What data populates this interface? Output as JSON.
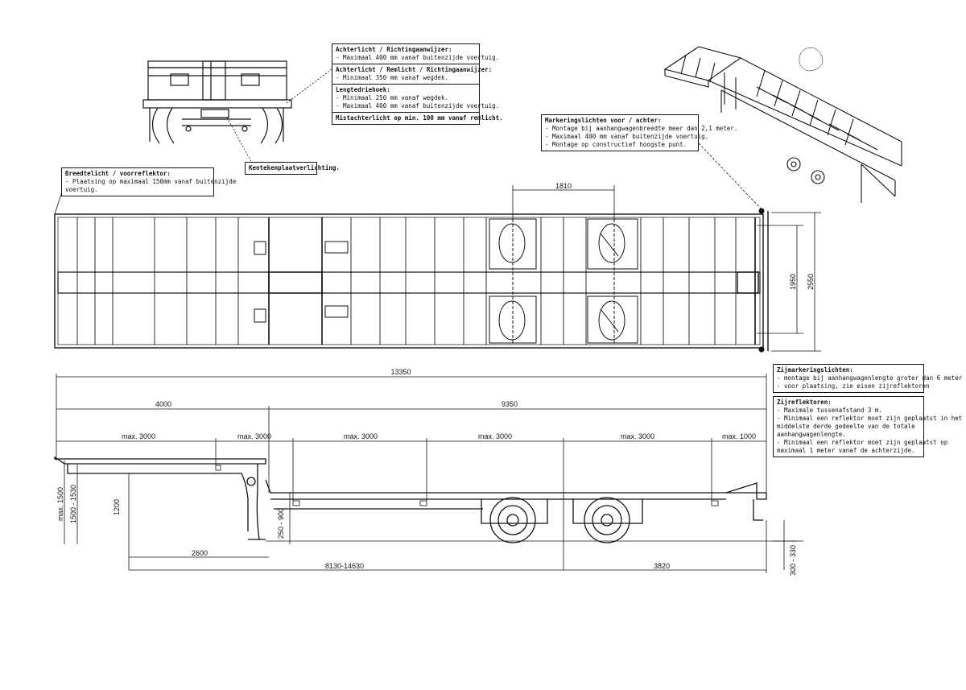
{
  "notes": {
    "rear_lights": {
      "title": "Achterlicht / Richtingaanwijzer:",
      "lines": [
        "- Maximaal 400 mm vanaf buitenzijde voertuig."
      ]
    },
    "brake_lights": {
      "title": "Achterlicht / Remlicht / Richtingaanwijzer:",
      "lines": [
        "- Minimaal 350 mm vanaf wegdek."
      ]
    },
    "triangle": {
      "title": "Lengtedriehoek:",
      "lines": [
        "- Minimaal 250 mm vanaf wegdek.",
        "- Maximaal 400 mm vanaf buitenzijde voertuig."
      ]
    },
    "fog": {
      "title": "Mistachterlicht op min. 100 mm vanaf remlicht."
    },
    "plate": {
      "title": "Kentekenplaatverlichting."
    },
    "width_light": {
      "title": "Breedtelicht / voorreflektor:",
      "lines": [
        "- Plaatsing op maximaal 150mm vanaf buitenzijde",
        "  voertuig."
      ]
    },
    "marker": {
      "title": "Markeringslichten voor / achter:",
      "lines": [
        "- Montage bij aanhangwagenbreedte meer dan 2,1 meter.",
        "- Maximaal 400 mm vanaf buitenzijde voertuig.",
        "- Montage op constructief hoogste punt."
      ]
    },
    "side_marker": {
      "title": "Zijmarkeringslichten:",
      "lines": [
        "- montage bij aanhangwagenlengte groter dan 6 meter",
        "- voor plaatsing, zie eisen zijreflektoren"
      ]
    },
    "side_reflector": {
      "title": "Zijreflektoren:",
      "lines": [
        "- Maximale tussenafstand 3 m.",
        "- Minimaal een reflektor moet zijn geplaatst in het",
        "  middelste derde gedeelte van de totale",
        "  aanhangwagenlengte.",
        "- Minimaal een reflektor moet zijn geplaatst op",
        "  maximaal 1 meter vanaf de achterzijde."
      ]
    }
  },
  "dimensions": {
    "axle_spacing": "1810",
    "inner_width": "1950",
    "outer_width": "2550",
    "total_length": "13350",
    "front_section": "4000",
    "rear_section": "9350",
    "spacing_1": "max. 3000",
    "spacing_2": "max. 3000",
    "spacing_3": "max. 3000",
    "spacing_4": "max. 3000",
    "spacing_5": "max. 3000",
    "spacing_rear": "max. 1000",
    "gooseneck_height": "max. 1500",
    "deck_height": "1500 - 1530",
    "kingpin_height": "1200",
    "lower_deck": "250 - 900",
    "kingpin_offset": "2600",
    "wheelbase": "8130-14630",
    "rear_overhang": "3820",
    "rear_underride": "300 - 330"
  }
}
